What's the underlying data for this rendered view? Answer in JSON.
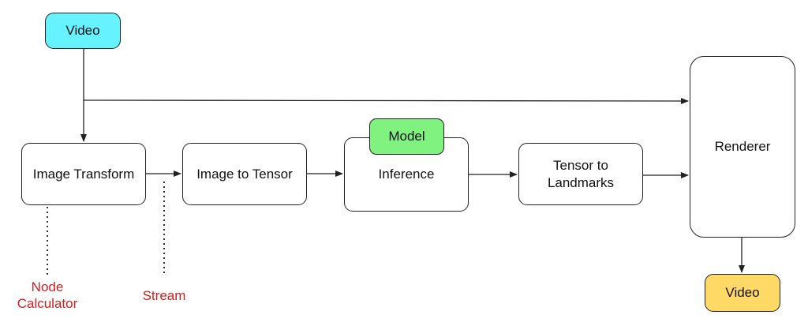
{
  "diagram": {
    "source": "Video",
    "nodes": {
      "image_transform": "Image Transform",
      "image_to_tensor": "Image to Tensor",
      "inference": "Inference",
      "model": "Model",
      "tensor_to_landmarks_line1": "Tensor to",
      "tensor_to_landmarks_line2": "Landmarks",
      "renderer": "Renderer"
    },
    "sink": "Video",
    "annotations": {
      "node_calculator_line1": "Node",
      "node_calculator_line2": "Calculator",
      "stream": "Stream"
    },
    "colors": {
      "video_in": "#66f2ff",
      "video_out": "#ffd966",
      "model": "#80f280",
      "annotation": "#cc1f1f"
    },
    "edges": [
      [
        "Video",
        "Image Transform"
      ],
      [
        "Video",
        "Renderer"
      ],
      [
        "Image Transform",
        "Image to Tensor"
      ],
      [
        "Image to Tensor",
        "Inference"
      ],
      [
        "Inference",
        "Tensor to Landmarks"
      ],
      [
        "Tensor to Landmarks",
        "Renderer"
      ],
      [
        "Renderer",
        "Video"
      ]
    ]
  }
}
